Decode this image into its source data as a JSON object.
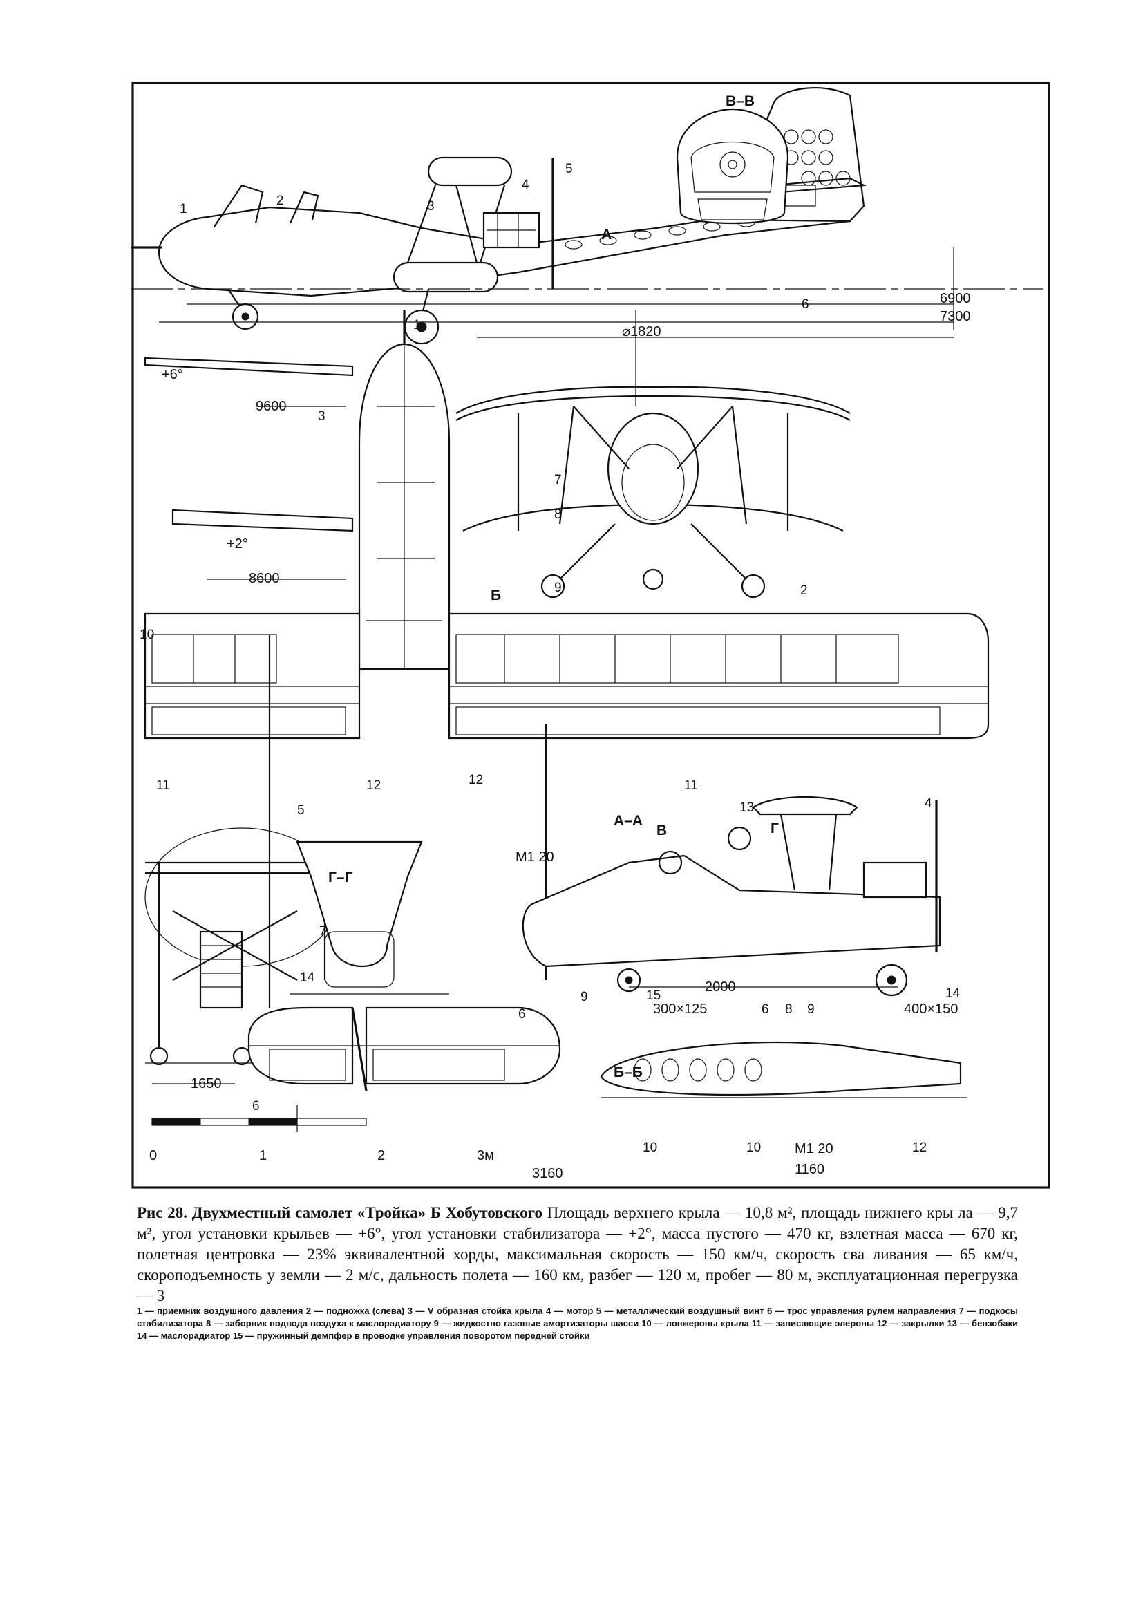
{
  "figure": {
    "callouts": [
      "1",
      "2",
      "3",
      "4",
      "5",
      "6",
      "7",
      "8",
      "9",
      "10",
      "11",
      "12",
      "13",
      "14",
      "15"
    ],
    "sections": {
      "bb": "В–В",
      "aa": "А–А",
      "gg": "Г–Г",
      "b_b": "Б–Б",
      "a_mark": "А",
      "b_mark": "Б",
      "v_mark": "В",
      "g_mark": "Г"
    },
    "dimensions": {
      "len_6900": "6900",
      "len_7300": "7300",
      "prop_1820": "⌀1820",
      "span_9600": "9600",
      "span_8600": "8600",
      "track_1650": "1650",
      "base_2000": "2000",
      "tail_3160": "3160",
      "chord_1160": "1160",
      "bolt_m120_a": "M1 20",
      "bolt_m120_b": "M1 20",
      "wheel_front": "300×125",
      "wheel_main": "400×150",
      "angle_top": "+6°",
      "angle_low": "+2°"
    },
    "scale": {
      "t0": "0",
      "t1": "1",
      "t2": "2",
      "t3": "3м"
    }
  },
  "caption": {
    "head": "Рис 28. Двухместный самолет «Тройка» Б Хобутовского",
    "body": "Площадь верхнего крыла — 10,8 м², площадь нижнего кры ла — 9,7 м², угол установки крыльев — +6°, угол установки стабилизатора — +2°, масса пустого — 470 кг, взлетная масса — 670 кг, полетная центровка — 23% эквивалентной хорды, максимальная скорость — 150 км/ч, скорость сва ливания — 65 км/ч, скороподъемность у земли — 2 м/с, дальность полета — 160 км, разбег — 120 м, пробег — 80 м, эксплуатационная перегрузка — 3"
  },
  "legend": "1 — приемник воздушного давления 2 — подножка (слева) 3 — V образная стойка крыла 4 — мотор 5 — металлический воздушный винт 6 — трос управления рулем направления 7 — подкосы стабилизатора 8 — заборник подвода воздуха к маслорадиатору 9 — жидкостно газовые амортизаторы шасси 10 — лонжероны крыла 11 — зависающие элероны 12 — закрылки 13 — бензобаки 14 — маслорадиатор 15 — пружинный демпфер в проводке управления поворотом передней стойки"
}
